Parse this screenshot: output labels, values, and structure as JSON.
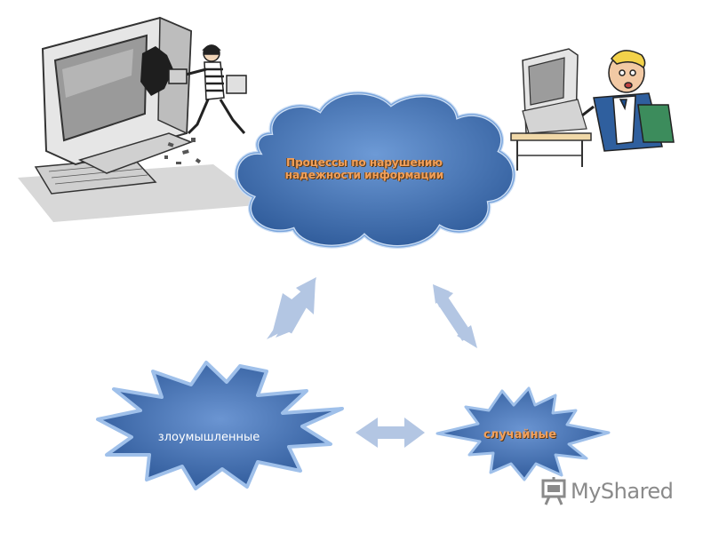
{
  "diagram": {
    "center_node": {
      "label_line1": "Процессы по нарушению",
      "label_line2": "надежности информации",
      "shape": "cloud"
    },
    "left_node": {
      "label": "злоумышленные",
      "shape": "starburst"
    },
    "right_node": {
      "label": "случайные",
      "shape": "starburst"
    },
    "connectors": [
      {
        "from": "center",
        "to": "left",
        "style": "double-arrow"
      },
      {
        "from": "center",
        "to": "right",
        "style": "double-arrow"
      },
      {
        "from": "left",
        "to": "right",
        "style": "double-arrow"
      }
    ]
  },
  "illustrations": [
    {
      "name": "hacker-breaking-computer-illustration"
    },
    {
      "name": "confused-user-at-computer-illustration"
    }
  ],
  "watermark": {
    "brand": "MyShared",
    "icon": "presentation-board-icon"
  },
  "colors": {
    "node_blue": "#4a7bbf",
    "node_blue_dark": "#2e5a99",
    "node_edge": "#9fc0ea",
    "arrow": "#b3c6e3",
    "label_orange": "#f2a05a",
    "watermark_gray": "#8a8a8a"
  }
}
